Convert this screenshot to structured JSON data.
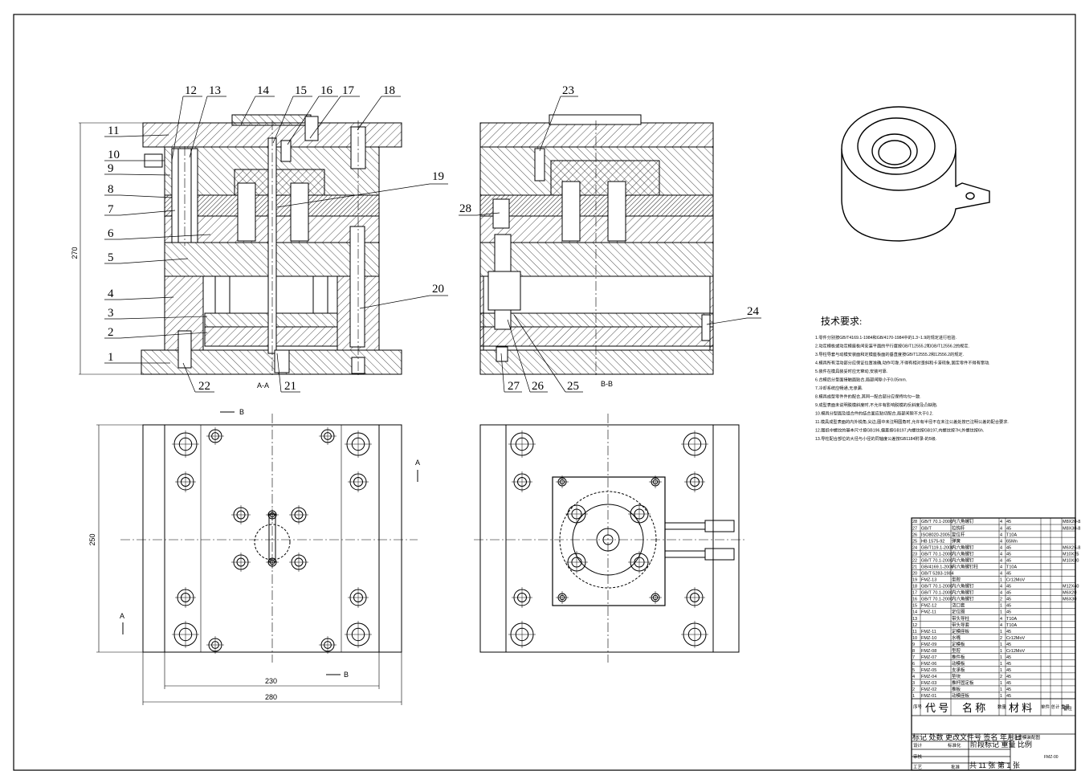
{
  "views": {
    "section_a_label": "A-A",
    "section_b_label": "B-B",
    "dim_height_front": "270",
    "dim_height_plan": "250",
    "dim_width_inner": "230",
    "dim_width_outer": "280",
    "arrow_b": "B",
    "arrow_a": "A"
  },
  "balloons_left": [
    "11",
    "10",
    "9",
    "8",
    "7",
    "6",
    "5",
    "4",
    "3",
    "2",
    "1"
  ],
  "balloons_top": [
    "12",
    "13",
    "14",
    "15",
    "16",
    "17",
    "18"
  ],
  "balloons_bottom_a": [
    "22",
    "21"
  ],
  "balloon_19": "19",
  "balloon_20": "20",
  "balloon_23": "23",
  "balloon_24": "24",
  "balloon_28": "28",
  "balloons_bottom_b": [
    "27",
    "26",
    "25"
  ],
  "requirements": {
    "title": "技术要求:",
    "items": [
      "1.零件分别按GB/T4169.1-1984和GB/4170-1984中的1.3~1.9的规定进行检验.",
      "2.动定模板或动定模座板间安装平面的平行度按GB/T12555.2和GB/T12556.2的规定.",
      "3.导柱导套与动模安装面和定模座板面的垂直度按GB/T12555.2和12556.2的规定.",
      "4.模具所有活动部分应保证位置准确,动作可靠,不得有相对歪斜和卡滞现象,固定零件不得有窜动.",
      "5.装件在模具装妥时应无窜动,安装可靠.",
      "6.合模后分型面接触面贴合,局部间隙小于0.05mm.",
      "7.冷却系统应畅通,无渗漏.",
      "8.模具成型零件件的配合,其同一配合部分应保持均匀一致.",
      "9.成型表面未说明脱模斜度时,不允许有影响脱模的反斜度及凸缺陷.",
      "10.模具分型面及组合件的结合面应贴切配合,局部间隙不大于0.2.",
      "11.模具成型表面的内外锐角,尖边,图中未注明圆角时,允许有半径不在未注公差处按已注明公差的配合要求.",
      "12.图纸中螺纹的基本尺寸按GB196,偏差按GB197,内螺纹按GB197,内螺纹按7H,外螺纹按6h.",
      "13.导柱配合部位的大径与小径的同轴度公差按GB1184附录-的5级."
    ]
  },
  "bom": {
    "rows": [
      [
        "28",
        "GB/T 70.1-2000",
        "内六角螺钉",
        "4",
        "45",
        "",
        "",
        "M8X20-8.8"
      ],
      [
        "27",
        "GB/T",
        "拉钩杆",
        "4",
        "45",
        "",
        "",
        "M8X30-8.8"
      ],
      [
        "26",
        "ISO8020-2005",
        "复位杆",
        "4",
        "T10A",
        "",
        "",
        ""
      ],
      [
        "25",
        "HB 1575-92",
        "弹簧",
        "4",
        "65Mn",
        "",
        "",
        ""
      ],
      [
        "24",
        "GB/T119.1-2000",
        "内六角螺钉",
        "4",
        "45",
        "",
        "",
        "M6X25-8.8"
      ],
      [
        "23",
        "GB/T 70.1-2000",
        "内六角螺钉",
        "4",
        "45",
        "",
        "",
        "M10X25"
      ],
      [
        "22",
        "GB/T 70.1-2000",
        "内六角螺钉",
        "4",
        "45",
        "",
        "",
        "M10X30"
      ],
      [
        "21",
        "GB/4169.1-2006",
        "内六角螺钉柱",
        "4",
        "T10A",
        "",
        "",
        ""
      ],
      [
        "20",
        "GB/T 5283-1984",
        "",
        "4",
        "45",
        "",
        "",
        ""
      ],
      [
        "19",
        "FMZ-13",
        "型腔",
        "1",
        "Cr12MoV",
        "",
        "",
        ""
      ],
      [
        "18",
        "GB/T 70.1-2000",
        "内六角螺钉",
        "4",
        "45",
        "",
        "",
        "M12X40"
      ],
      [
        "17",
        "GB/T 70.1-2000",
        "内六角螺钉",
        "4",
        "45",
        "",
        "",
        "M6X20"
      ],
      [
        "16",
        "GB/T 70.1-2000",
        "内六角螺钉",
        "2",
        "45",
        "",
        "",
        "M6X30"
      ],
      [
        "15",
        "FMZ-12",
        "浇口套",
        "1",
        "45",
        "",
        "",
        ""
      ],
      [
        "14",
        "FMZ-11",
        "定位圈",
        "1",
        "45",
        "",
        "",
        ""
      ],
      [
        "13",
        "",
        "带头导柱",
        "4",
        "T10A",
        "",
        "",
        ""
      ],
      [
        "12",
        "",
        "带头导套",
        "4",
        "T10A",
        "",
        "",
        ""
      ],
      [
        "11",
        "FMZ-11",
        "定模座板",
        "1",
        "45",
        "",
        "",
        ""
      ],
      [
        "10",
        "FMZ-10",
        "水嘴",
        "2",
        "Cr12MoV",
        "",
        "",
        ""
      ],
      [
        "9",
        "FMZ-09",
        "定模板",
        "1",
        "45",
        "",
        "",
        ""
      ],
      [
        "8",
        "FMZ-08",
        "型腔",
        "1",
        "Cr12MoV",
        "",
        "",
        ""
      ],
      [
        "7",
        "FMZ-07",
        "推件板",
        "1",
        "45",
        "",
        "",
        ""
      ],
      [
        "6",
        "FMZ-06",
        "动模板",
        "1",
        "45",
        "",
        "",
        ""
      ],
      [
        "5",
        "FMZ-05",
        "支承板",
        "1",
        "45",
        "",
        "",
        ""
      ],
      [
        "4",
        "FMZ-04",
        "垫块",
        "2",
        "45",
        "",
        "",
        ""
      ],
      [
        "3",
        "FMZ-03",
        "推杆固定板",
        "1",
        "45",
        "",
        "",
        ""
      ],
      [
        "2",
        "FMZ-02",
        "推板",
        "1",
        "45",
        "",
        "",
        ""
      ],
      [
        "1",
        "FMZ-01",
        "动模座板",
        "1",
        "45",
        "",
        "",
        ""
      ]
    ],
    "header": {
      "seq": "序号",
      "code": "代  号",
      "name": "名  称",
      "qty": "数量",
      "material": "材  料",
      "weight": "单件 总计 重量",
      "note": "备注"
    },
    "title_block": {
      "row1": "标记 处数 更改文件号 签名 年月日",
      "design": "设计",
      "std": "标准化",
      "stage": "阶段标记 重量 比例",
      "drawing_name": "注塑模装配图",
      "review": "审核",
      "process": "工艺",
      "approve": "批准",
      "sheets": "共 11 张   第  1  张",
      "code": "FMZ-00"
    }
  },
  "colors": {
    "line": "#000000",
    "background": "#ffffff"
  }
}
